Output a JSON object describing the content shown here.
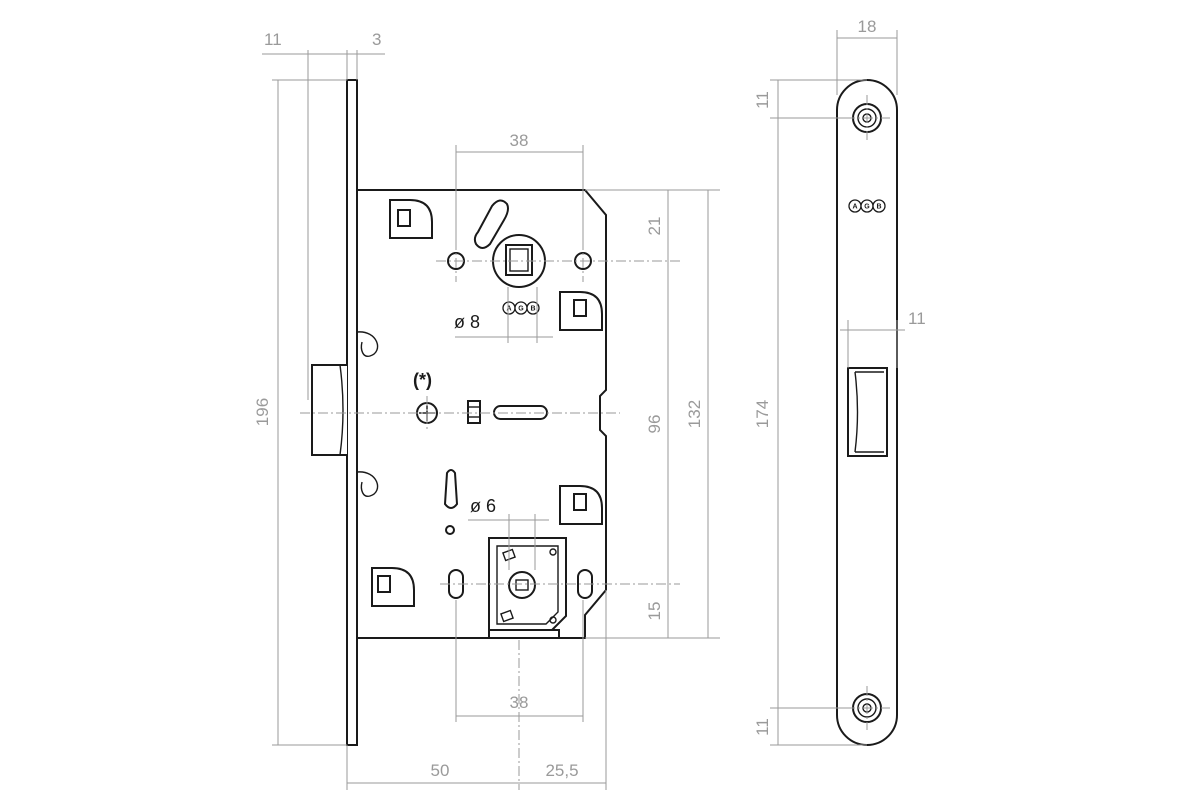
{
  "dimensions": {
    "top_left_11": "11",
    "top_left_3": "3",
    "backset_38_top": "38",
    "right_21": "21",
    "diameter_8": "ø 8",
    "star_note": "(*)",
    "center_96": "96",
    "height_132": "132",
    "diameter_6": "ø 6",
    "right_15": "15",
    "left_196": "196",
    "backset_38_bottom": "38",
    "bottom_50": "50",
    "bottom_25_5": "25,5",
    "strike_width_18": "18",
    "strike_top_11": "11",
    "strike_side_11": "11",
    "strike_174": "174",
    "strike_bottom_11": "11"
  },
  "logo": {
    "letters": [
      "A",
      "G",
      "B"
    ]
  }
}
